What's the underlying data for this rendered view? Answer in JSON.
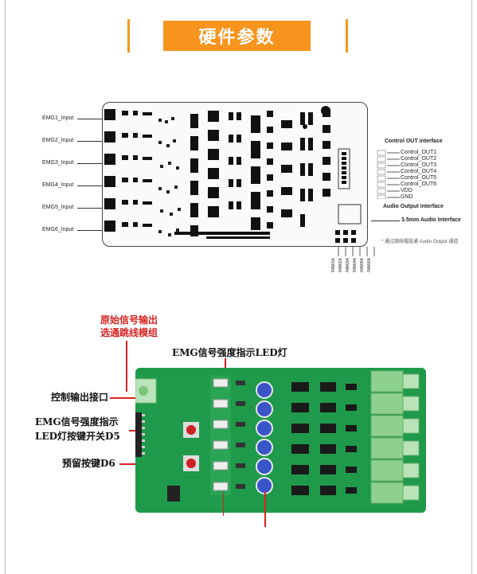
{
  "title": "硬件参数",
  "top_diagram": {
    "inputs": [
      "EMG1_Input",
      "EMG2_Input",
      "EMG3_Input",
      "EMG4_Input",
      "EMG5_Input",
      "EMG6_Input"
    ],
    "control_header": "Control OUT interface",
    "control_outputs": [
      "Control_OUT1",
      "Control_OUT2",
      "Control_OUT3",
      "Control_OUT4",
      "Control_OUT5",
      "Control_OUT6",
      "VDD",
      "GND"
    ],
    "audio_header": "Audio Output interface",
    "audio_label": "3.5mm Audio Interface",
    "note": "* 通过跳线帽选通 Audio Output 通道",
    "jumper_labels": [
      "RAW1A",
      "RAW2A",
      "RAW3A",
      "RAW4A",
      "RAW5A",
      "RAW6A"
    ]
  },
  "bottom_diagram": {
    "label_raw_signal": [
      "原始信号输出",
      "选通跳线模组"
    ],
    "label_led": "EMG信号强度指示LED灯",
    "label_control_out": "控制输出接口",
    "label_switch": [
      "EMG信号强度指示",
      "LED灯按键开关D5"
    ],
    "label_reserved": "预留按键D6"
  },
  "colors": {
    "accent": "#f7941d",
    "pcb": "#1f9a4a",
    "red_label": "#d8231f"
  }
}
